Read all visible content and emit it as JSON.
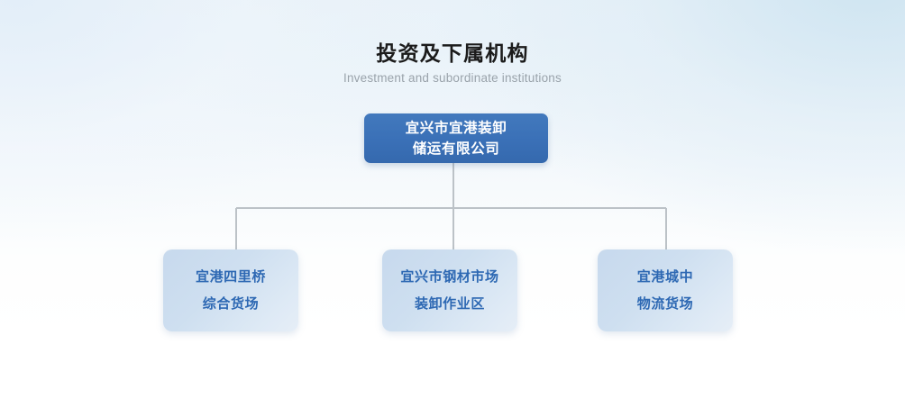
{
  "header": {
    "title": "投资及下属机构",
    "subtitle": "Investment and subordinate institutions"
  },
  "colors": {
    "root_node_fill": "#3b72b8",
    "root_node_text": "#ffffff",
    "child_node_fill": "#c9dbee",
    "child_node_text": "#2d68b3",
    "connector_line": "#bcc2c7",
    "title_text": "#1b1b1b",
    "subtitle_text": "#9aa3ab",
    "background_top": "#e6eff6",
    "background_bottom": "#ffffff"
  },
  "chart_data": {
    "type": "diagram",
    "diagram_kind": "organization-chart",
    "title": "投资及下属机构",
    "subtitle": "Investment and subordinate institutions",
    "root": {
      "id": "root",
      "lines": [
        "宜兴市宜港装卸",
        "储运有限公司"
      ],
      "full_label": "宜兴市宜港装卸储运有限公司"
    },
    "children": [
      {
        "id": "child-1",
        "lines": [
          "宜港四里桥",
          "综合货场"
        ],
        "full_label": "宜港四里桥综合货场"
      },
      {
        "id": "child-2",
        "lines": [
          "宜兴市钢材市场",
          "装卸作业区"
        ],
        "full_label": "宜兴市钢材市场装卸作业区"
      },
      {
        "id": "child-3",
        "lines": [
          "宜港城中",
          "物流货场"
        ],
        "full_label": "宜港城中物流货场"
      }
    ],
    "edges": [
      {
        "from": "root",
        "to": "child-1"
      },
      {
        "from": "root",
        "to": "child-2"
      },
      {
        "from": "root",
        "to": "child-3"
      }
    ],
    "levels": 2,
    "child_count": 3
  }
}
